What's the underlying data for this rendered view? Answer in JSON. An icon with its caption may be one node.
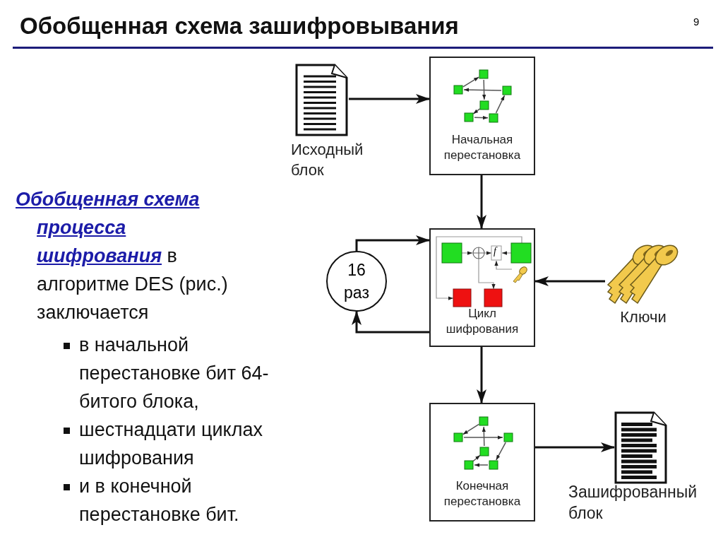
{
  "diagram": {
    "title": "Обобщенная схема зашифровывания",
    "nodes": [
      {
        "text": [
          "Исходный блок"
        ]
      },
      {
        "text": [
          "Начальная перестановка"
        ]
      },
      {
        "text": [
          "16 раз"
        ]
      },
      {
        "text": [
          "Цикл шифрования"
        ]
      },
      {
        "text": [
          "Ключи"
        ]
      },
      {
        "text": [
          "Конечная перестановка"
        ]
      },
      {
        "text": [
          "Зашифрованный блок"
        ]
      }
    ],
    "edges": [
      {
        "from": 0,
        "to": 1,
        "arrow": "to"
      },
      {
        "from": 1,
        "to": 3,
        "arrow": "to"
      },
      {
        "from": 2,
        "to": 3,
        "arrow": "to"
      },
      {
        "from": 3,
        "to": 2,
        "arrow": "to"
      },
      {
        "from": 4,
        "to": 3,
        "arrow": "to"
      },
      {
        "from": 3,
        "to": 5,
        "arrow": "to"
      },
      {
        "from": 5,
        "to": 6,
        "arrow": "to"
      }
    ],
    "labels": [
      "9",
      "**Обобщенная схема процесса шифрования** в алгоритме DES (рис.) заключается",
      "в начальной перестановке бит 64-битого блока,",
      "шестнадцати циклах шифрования",
      "и в конечной перестановке бит.",
      "f"
    ]
  }
}
